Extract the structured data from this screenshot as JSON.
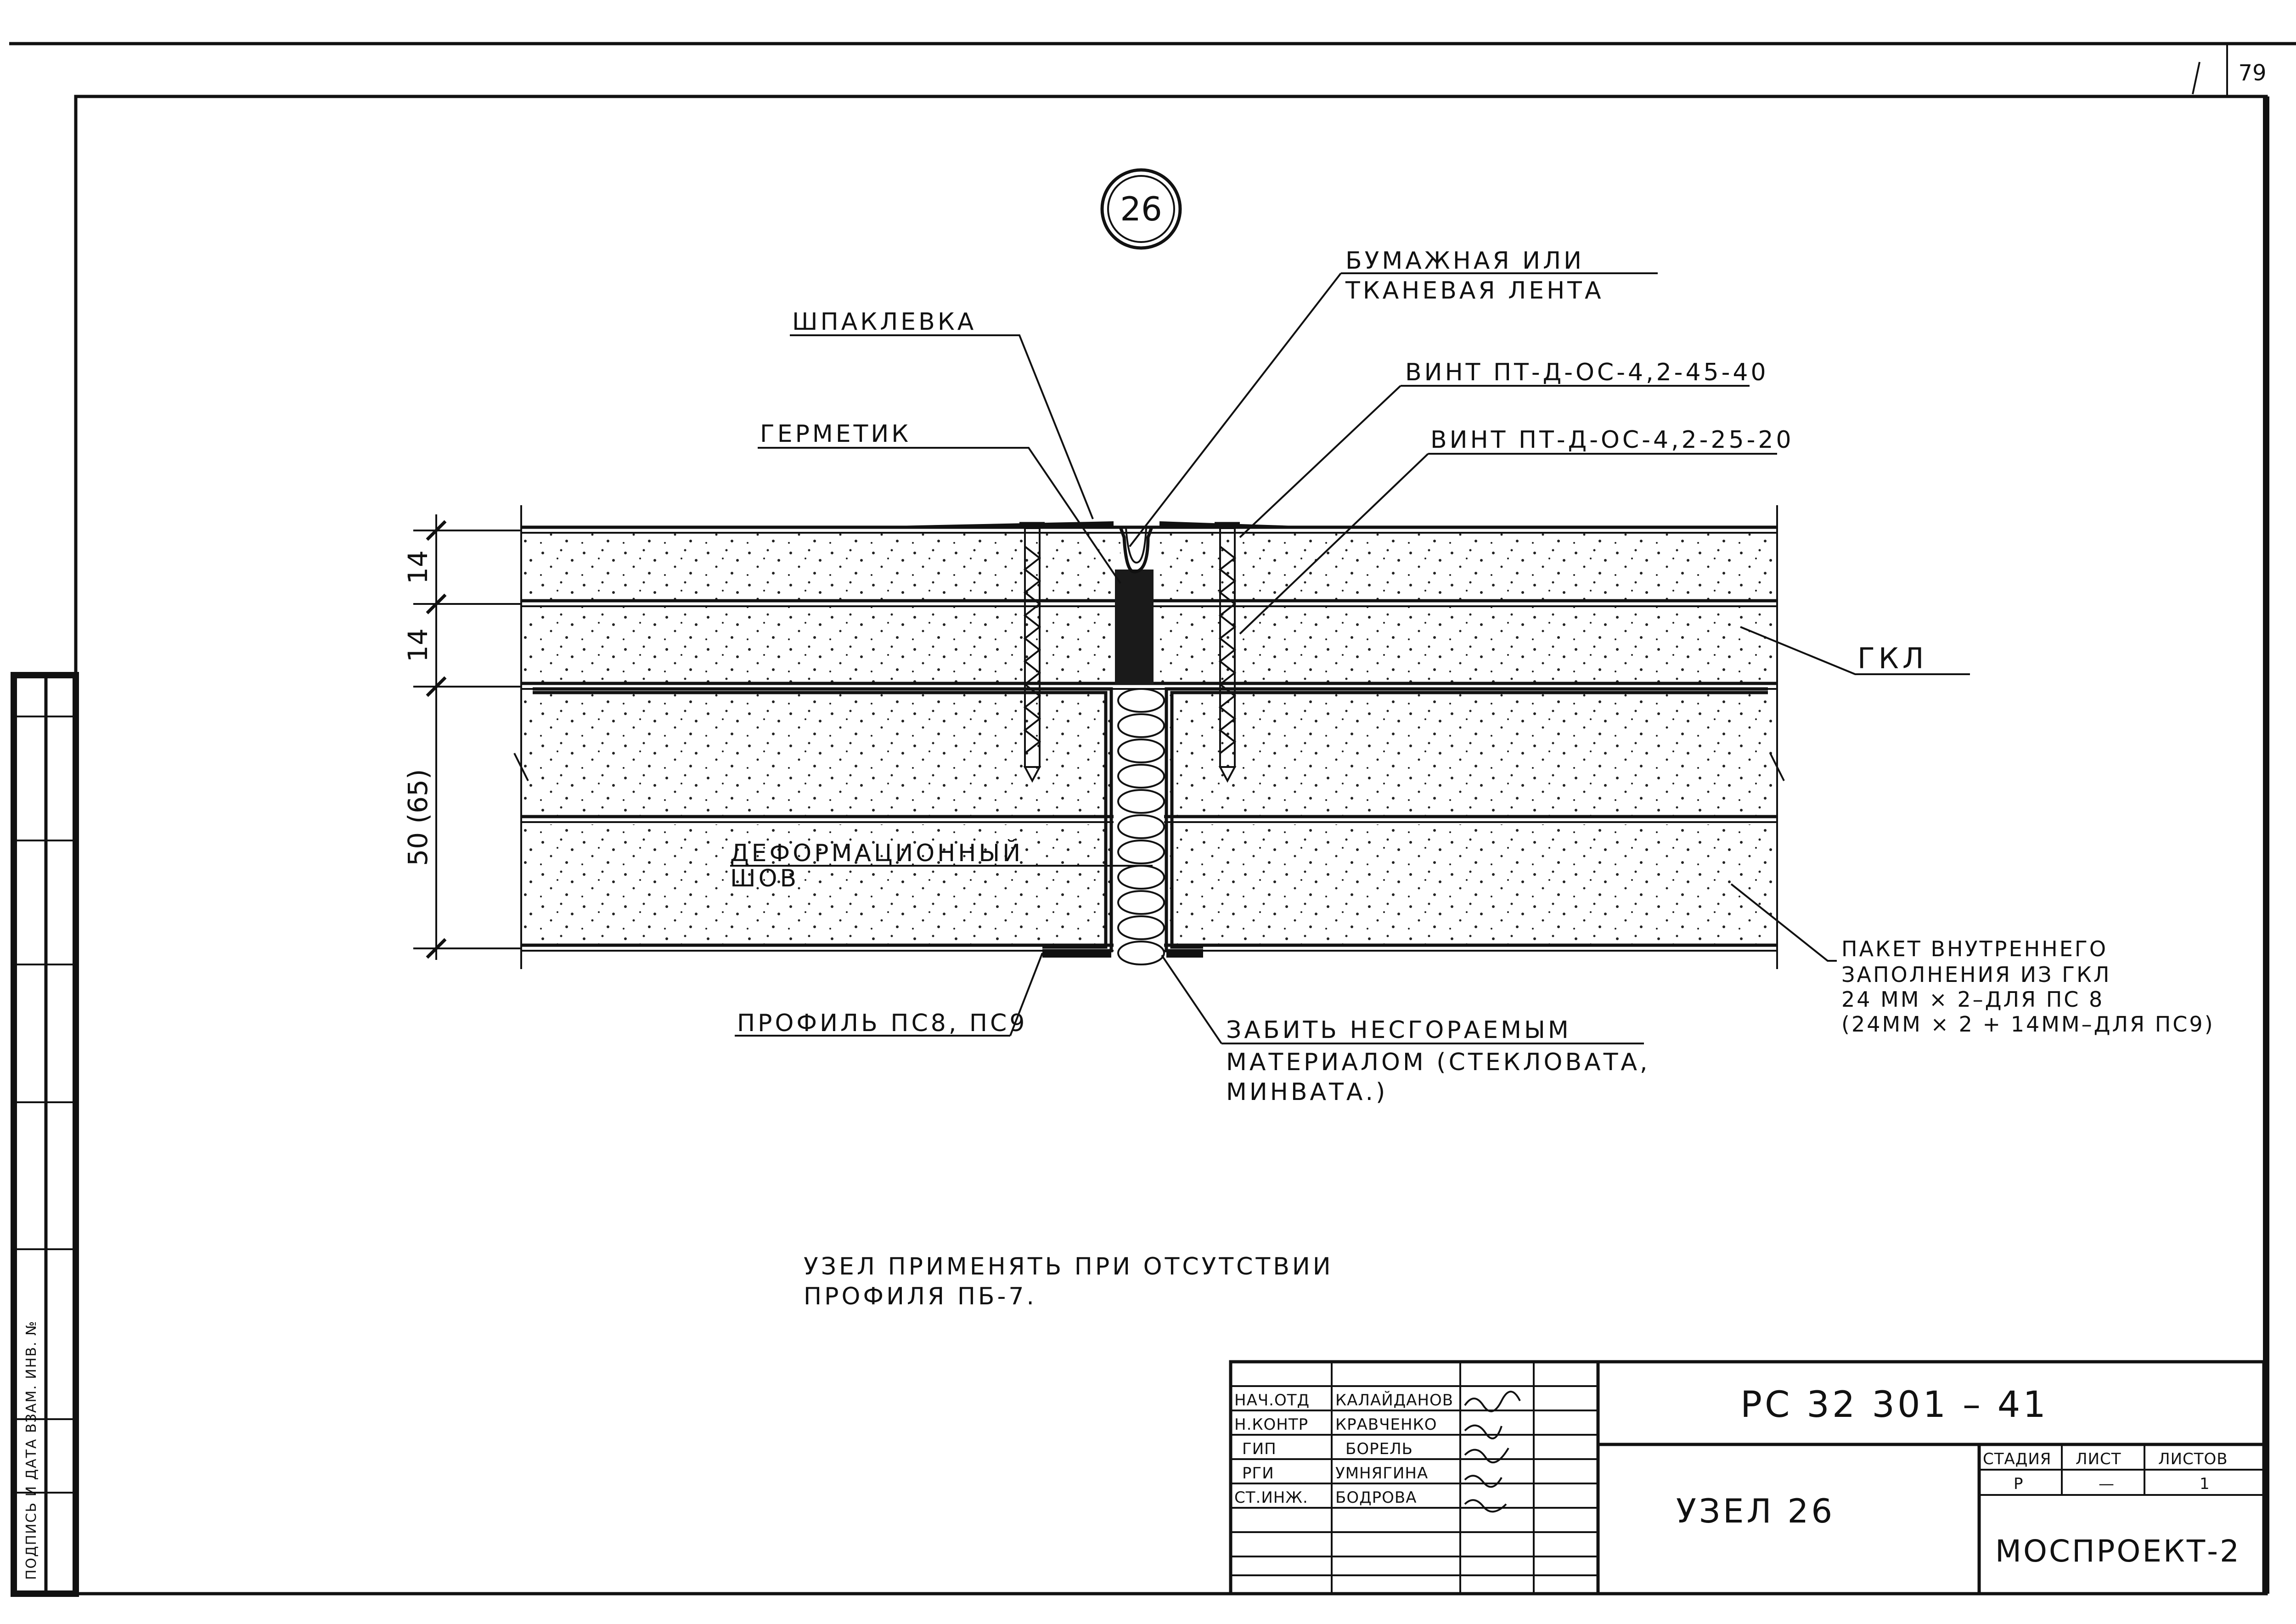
{
  "sheet": {
    "page_number": "79"
  },
  "node": {
    "number": "26",
    "title": "УЗЕЛ 26"
  },
  "callouts": {
    "tape_line1": "БУМАЖНАЯ ИЛИ",
    "tape_line2": "ТКАНЕВАЯ ЛЕНТА",
    "putty": "ШПАКЛЕВКА",
    "screw_1": "ВИНТ ПТ-Д-ОС-4,2-45-40",
    "sealant": "ГЕРМЕТИК",
    "screw_2": "ВИНТ ПТ-Д-ОС-4,2-25-20",
    "gkl": "ГКЛ",
    "joint_line1": "ДЕФОРМАЦИОННЫЙ",
    "joint_line2": "ШОВ",
    "infill_line1": "ПАКЕТ ВНУТРЕННЕГО",
    "infill_line2": "ЗАПОЛНЕНИЯ ИЗ ГКЛ",
    "infill_line3": "24 ММ × 2–ДЛЯ ПС 8",
    "infill_line4": "(24ММ × 2 + 14ММ–ДЛЯ ПС9)",
    "profile": "ПРОФИЛЬ ПС8, ПС9",
    "fill_line1": "ЗАБИТЬ НЕСГОРАЕМЫМ",
    "fill_line2": "МАТЕРИАЛОМ (СТЕКЛОВАТА,",
    "fill_line3": "МИНВАТА.)"
  },
  "dimensions": {
    "layer1": "14",
    "layer2": "14",
    "core": "50 (65)"
  },
  "note": {
    "line1": "УЗЕЛ ПРИМЕНЯТЬ ПРИ ОТСУТСТВИИ",
    "line2": "ПРОФИЛЯ ПБ-7."
  },
  "side_stamp": {
    "text": "ПОДПИСЬ И ДАТА  ВЗАМ. ИНВ. №"
  },
  "title_block": {
    "document_code": "РС 32 301 – 41",
    "sheet_title": "УЗЕЛ 26",
    "organization": "МОСПРОЕКТ-2",
    "stage_header": "СТАДИЯ",
    "sheet_header": "ЛИСТ",
    "sheets_header": "ЛИСТОВ",
    "stage_value": "Р",
    "sheet_value": "—",
    "sheets_value": "1",
    "rows": [
      {
        "role": "НАЧ.ОТД",
        "name": "КАЛАЙДАНОВ"
      },
      {
        "role": "Н.КОНТР",
        "name": "КРАВЧЕНКО"
      },
      {
        "role": "ГИП",
        "name": "БОРЕЛЬ"
      },
      {
        "role": "РГИ",
        "name": "УМНЯГИНА"
      },
      {
        "role": "СТ.ИНЖ.",
        "name": "БОДРОВА"
      }
    ]
  }
}
